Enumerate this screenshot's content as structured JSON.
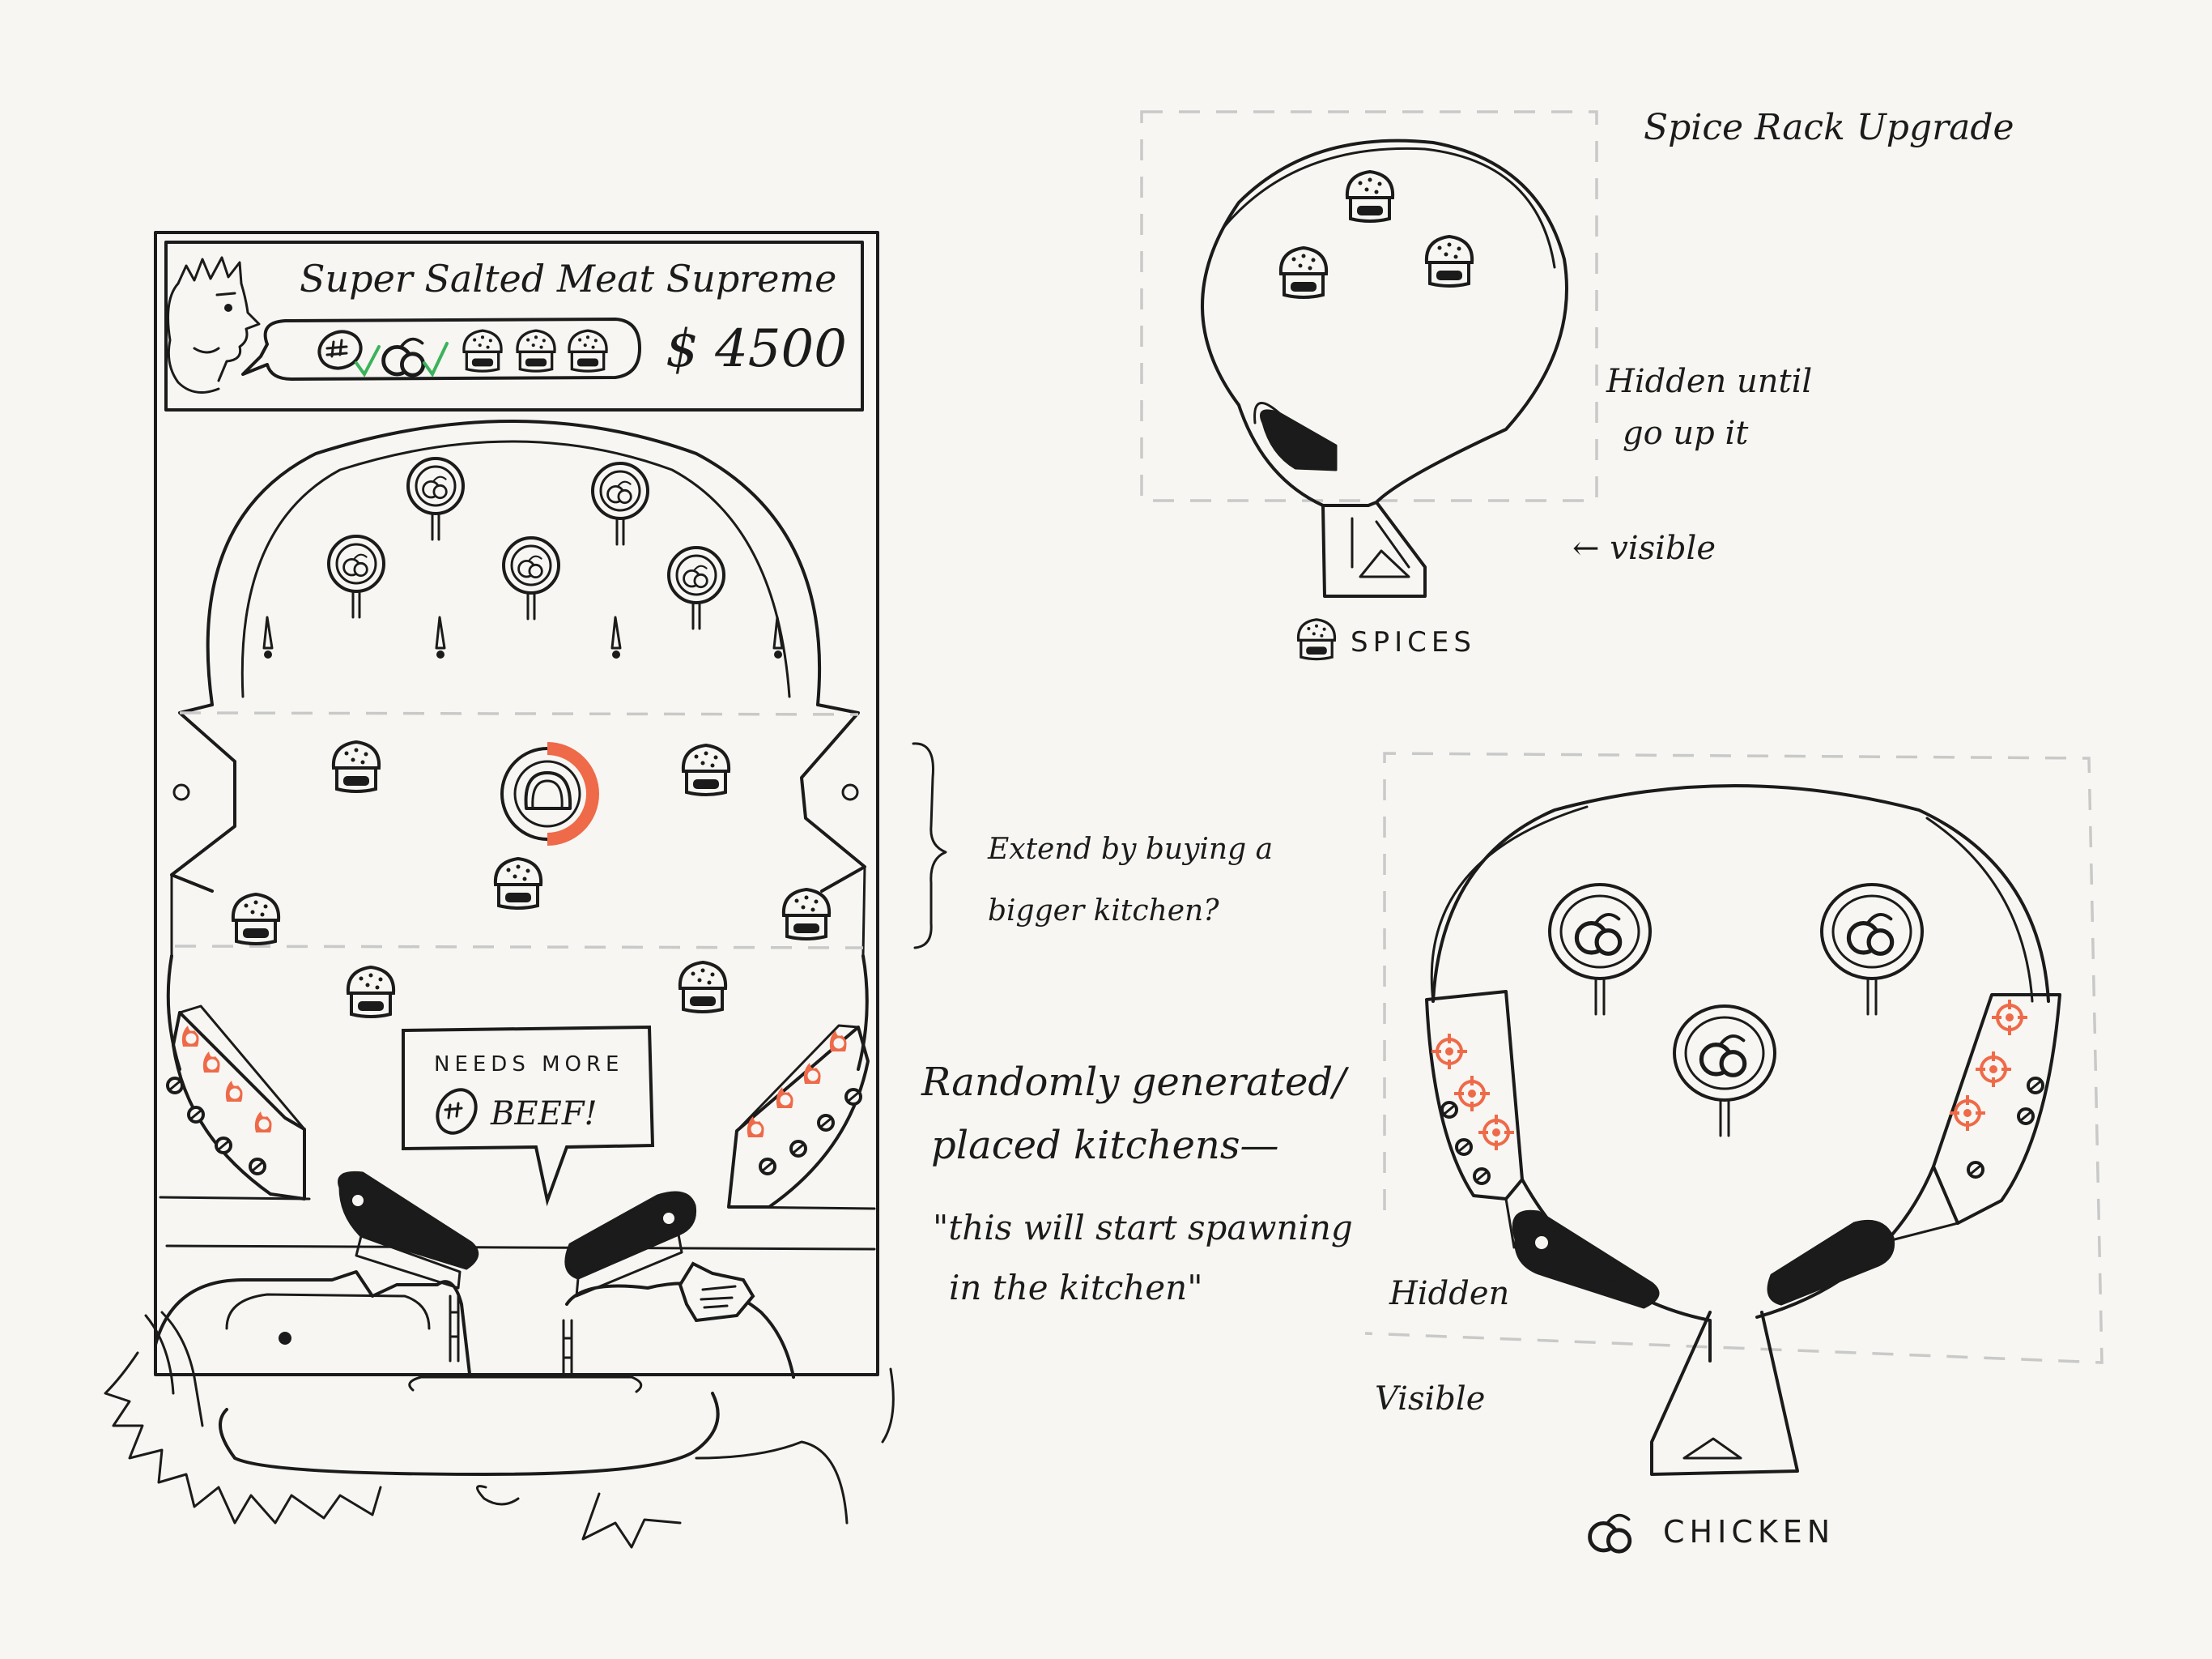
{
  "game": {
    "title": "Super Salted Meat Supreme",
    "money": "$ 4500",
    "needs_label": "NEEDS MORE",
    "needs_item": "BEEF!"
  },
  "notes": {
    "extend": [
      "Extend by buying a",
      "bigger kitchen?"
    ],
    "random": [
      "Randomly generated/",
      "placed kitchens—"
    ],
    "spawn": [
      "\"this will start spawning",
      "in the kitchen\""
    ]
  },
  "spice_upgrade": {
    "title": "Spice Rack Upgrade",
    "hidden_note": [
      "Hidden until",
      "go up it"
    ],
    "visible_note": "← visible",
    "label": "SPICES"
  },
  "chicken_upgrade": {
    "hidden": "Hidden",
    "visible": "Visible",
    "label": "CHICKEN"
  },
  "colors": {
    "ink": "#1b1b1b",
    "accent": "#ee6a48",
    "check": "#3bb35a",
    "paper": "#f7f6f2",
    "dash": "#c9c9c9"
  }
}
